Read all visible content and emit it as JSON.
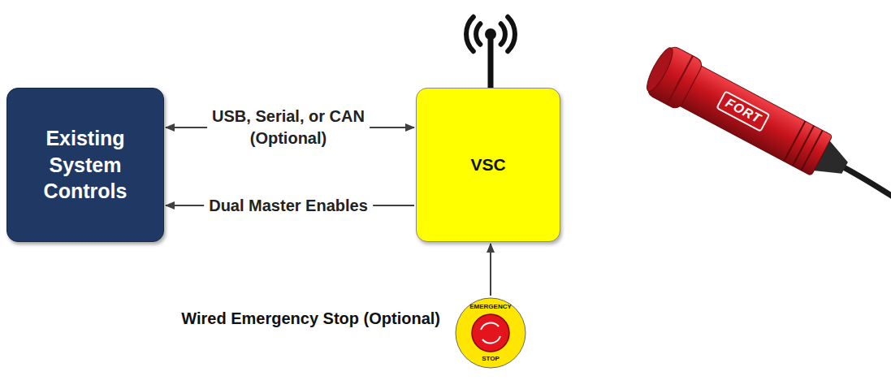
{
  "diagram": {
    "nodes": [
      {
        "text": [
          "Existing System Controls"
        ]
      },
      {
        "text": [
          "VSC"
        ]
      },
      {
        "text": [
          "Wired Emergency Stop (Optional)",
          "EMERGENCY",
          "STOP"
        ]
      }
    ],
    "edges": [
      {
        "from": 0,
        "to": 1,
        "label": "USB, Serial, or CAN (Optional)",
        "arrow": "both"
      },
      {
        "from": 1,
        "to": 0,
        "label": "Dual Master Enables",
        "arrow": "to"
      },
      {
        "from": 2,
        "to": 1,
        "arrow": "to"
      }
    ],
    "labels": [
      "FORT"
    ]
  }
}
